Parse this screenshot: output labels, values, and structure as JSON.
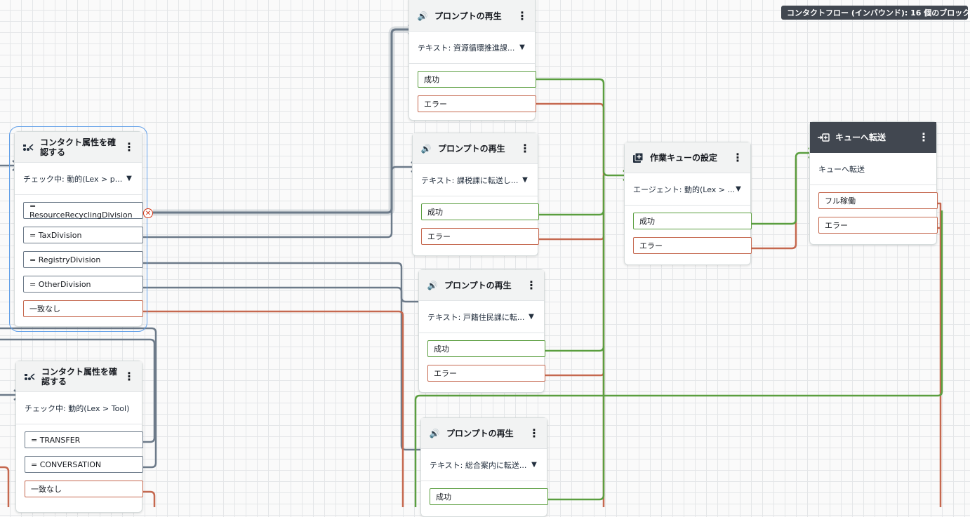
{
  "badge": "コンタクトフロー (インバウンド): 16 個のブロック",
  "check1": {
    "title": "コンタクト属性を確認する",
    "subtitle": "チェック中: 動的(Lex > p...",
    "branches": [
      "= ResourceRecyclingDivision",
      "= TaxDivision",
      "= RegistryDivision",
      "= OtherDivision",
      "一致なし"
    ]
  },
  "check2": {
    "title": "コンタクト属性を確認する",
    "subtitle": "チェック中: 動的(Lex > Tool)",
    "branches": [
      "= TRANSFER",
      "= CONVERSATION",
      "一致なし"
    ]
  },
  "prompt1": {
    "title": "プロンプトの再生",
    "subtitle": "テキスト: 資源循環推進課...",
    "ok": "成功",
    "err": "エラー"
  },
  "prompt2": {
    "title": "プロンプトの再生",
    "subtitle": "テキスト: 課税課に転送し...",
    "ok": "成功",
    "err": "エラー"
  },
  "prompt3": {
    "title": "プロンプトの再生",
    "subtitle": "テキスト: 戸籍住民課に転...",
    "ok": "成功",
    "err": "エラー"
  },
  "prompt4": {
    "title": "プロンプトの再生",
    "subtitle": "テキスト: 総合案内に転送...",
    "ok": "成功"
  },
  "queue": {
    "title": "作業キューの設定",
    "subtitle": "エージェント: 動的(Lex > ...",
    "ok": "成功",
    "err": "エラー"
  },
  "transfer": {
    "title": "キューへ転送",
    "subtitle": "キューへ転送",
    "full": "フル稼働",
    "err": "エラー"
  },
  "colors": {
    "ok": "#5a9e3f",
    "err": "#c5684f",
    "cond": "#6c7a89"
  }
}
